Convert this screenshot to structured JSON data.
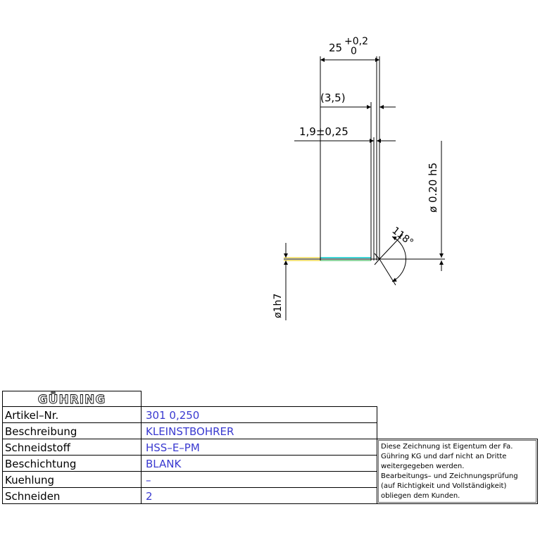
{
  "dimensions": {
    "length_nominal": "25",
    "length_tol_upper": "+0,2",
    "length_tol_lower": "0",
    "ref_length": "(3,5)",
    "tip_length": "1,9±0,25",
    "diameter_tip": "ø 0.20 h5",
    "point_angle": "118°",
    "diameter_shank": "ø1h7"
  },
  "title_block": {
    "logo": "GÜHRING",
    "rows": [
      {
        "label": "Artikel–Nr.",
        "value": "301  0,250"
      },
      {
        "label": "Beschreibung",
        "value": "KLEINSTBOHRER"
      },
      {
        "label": "Schneidstoff",
        "value": "HSS–E–PM"
      },
      {
        "label": "Beschichtung",
        "value": "BLANK"
      },
      {
        "label": "Kuehlung",
        "value": "–"
      },
      {
        "label": "Schneiden",
        "value": "2"
      }
    ]
  },
  "note": {
    "lines": [
      "Diese Zeichnung ist Eigentum der Fa.",
      "Gühring KG und darf nicht an Dritte",
      "weitergegeben werden.",
      "Bearbeitungs– und Zeichnungsprüfung",
      "(auf Richtigkeit und Vollständigkeit)",
      "obliegen dem Kunden."
    ]
  },
  "colors": {
    "line": "#000000",
    "value_text": "#3a3ad0",
    "edge_cyan": "#00c8c8",
    "edge_yellow": "#e8c800"
  }
}
